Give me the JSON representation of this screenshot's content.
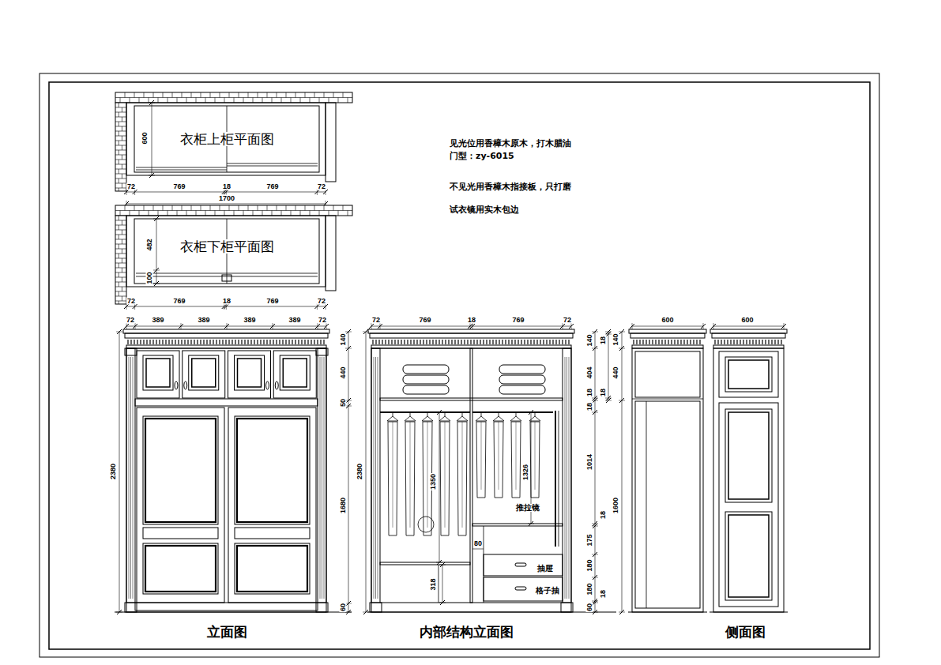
{
  "diagram": {
    "nodes": [
      {
        "text": [
          "衣柜上柜平面图"
        ]
      },
      {
        "text": [
          "衣柜下柜平面图"
        ]
      }
    ],
    "labels": [
      "600",
      "72",
      "769",
      "18",
      "769",
      "72",
      "1700",
      "482",
      "100",
      "72",
      "769",
      "18",
      "769",
      "72",
      "见光位用香樟木原木，打木腊油",
      "门型：zy-6015",
      "不见光用香樟木指接板，只打磨",
      "试衣镜用实木包边",
      "72",
      "389",
      "389",
      "389",
      "389",
      "72",
      "140",
      "440",
      "50",
      "1680",
      "60",
      "2380",
      "立面图",
      "72",
      "769",
      "18",
      "769",
      "72",
      "2380",
      "140",
      "18",
      "404",
      "18",
      "18",
      "18",
      "1014",
      "18",
      "175",
      "180",
      "180",
      "18",
      "60",
      "1350",
      "1326",
      "80",
      "318",
      "推拉镜",
      "抽屉",
      "格子抽",
      "内部结构立面图",
      "600",
      "600",
      "140",
      "440",
      "1600",
      "侧面图"
    ]
  }
}
